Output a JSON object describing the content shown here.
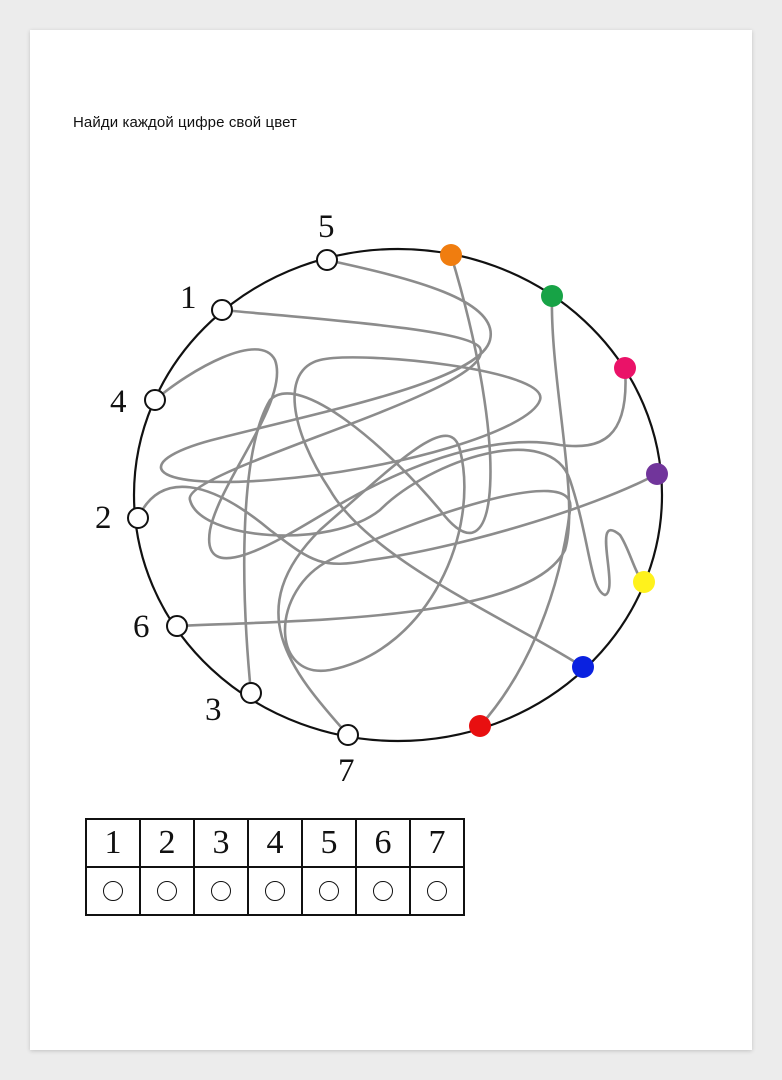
{
  "worksheet": {
    "title": "Найди каждой цифре свой цвет"
  },
  "puzzle": {
    "numbered_points": [
      {
        "label": "5"
      },
      {
        "label": "1"
      },
      {
        "label": "4"
      },
      {
        "label": "2"
      },
      {
        "label": "6"
      },
      {
        "label": "3"
      },
      {
        "label": "7"
      }
    ],
    "color_dots": [
      {
        "name": "orange",
        "color": "#f07d0f"
      },
      {
        "name": "green",
        "color": "#17a346"
      },
      {
        "name": "pink",
        "color": "#ea1268"
      },
      {
        "name": "purple",
        "color": "#71359b"
      },
      {
        "name": "yellow",
        "color": "#fff21c"
      },
      {
        "name": "blue",
        "color": "#0a21e0"
      },
      {
        "name": "red",
        "color": "#e80f10"
      }
    ],
    "line_color": "#8c8c8c",
    "circle_color": "#111111"
  },
  "answer_table": {
    "numbers": [
      "1",
      "2",
      "3",
      "4",
      "5",
      "6",
      "7"
    ]
  }
}
